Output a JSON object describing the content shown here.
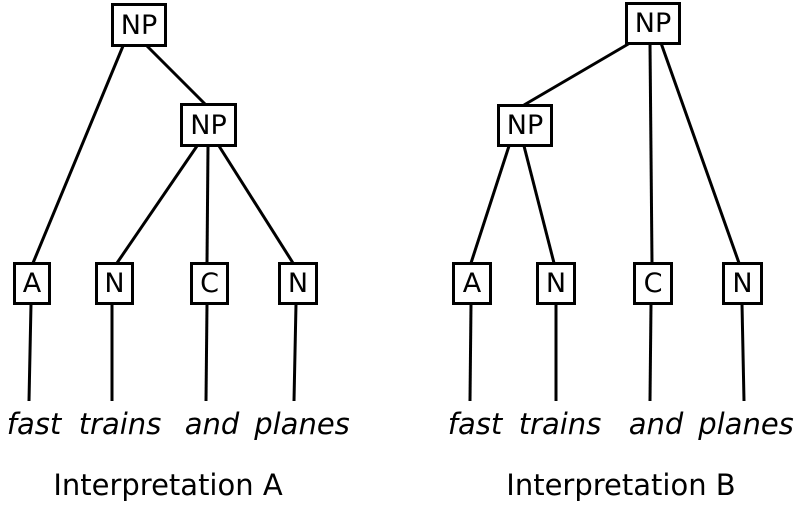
{
  "diagram": {
    "background": "#ffffff",
    "stroke_color": "#000000",
    "phrase": "fast trains and planes",
    "trees": [
      {
        "caption": "Interpretation A",
        "nodes": {
          "root": "NP",
          "sub": "NP",
          "leaf1": "A",
          "leaf2": "N",
          "leaf3": "C",
          "leaf4": "N"
        },
        "words": [
          "fast",
          "trains",
          "and",
          "planes"
        ],
        "structure": "root NP dominates A(fast) and NP(trains and planes)"
      },
      {
        "caption": "Interpretation B",
        "nodes": {
          "root": "NP",
          "sub": "NP",
          "leaf1": "A",
          "leaf2": "N",
          "leaf3": "C",
          "leaf4": "N"
        },
        "words": [
          "fast",
          "trains",
          "and",
          "planes"
        ],
        "structure": "root NP dominates NP(fast trains), C(and) and N(planes)"
      }
    ]
  }
}
